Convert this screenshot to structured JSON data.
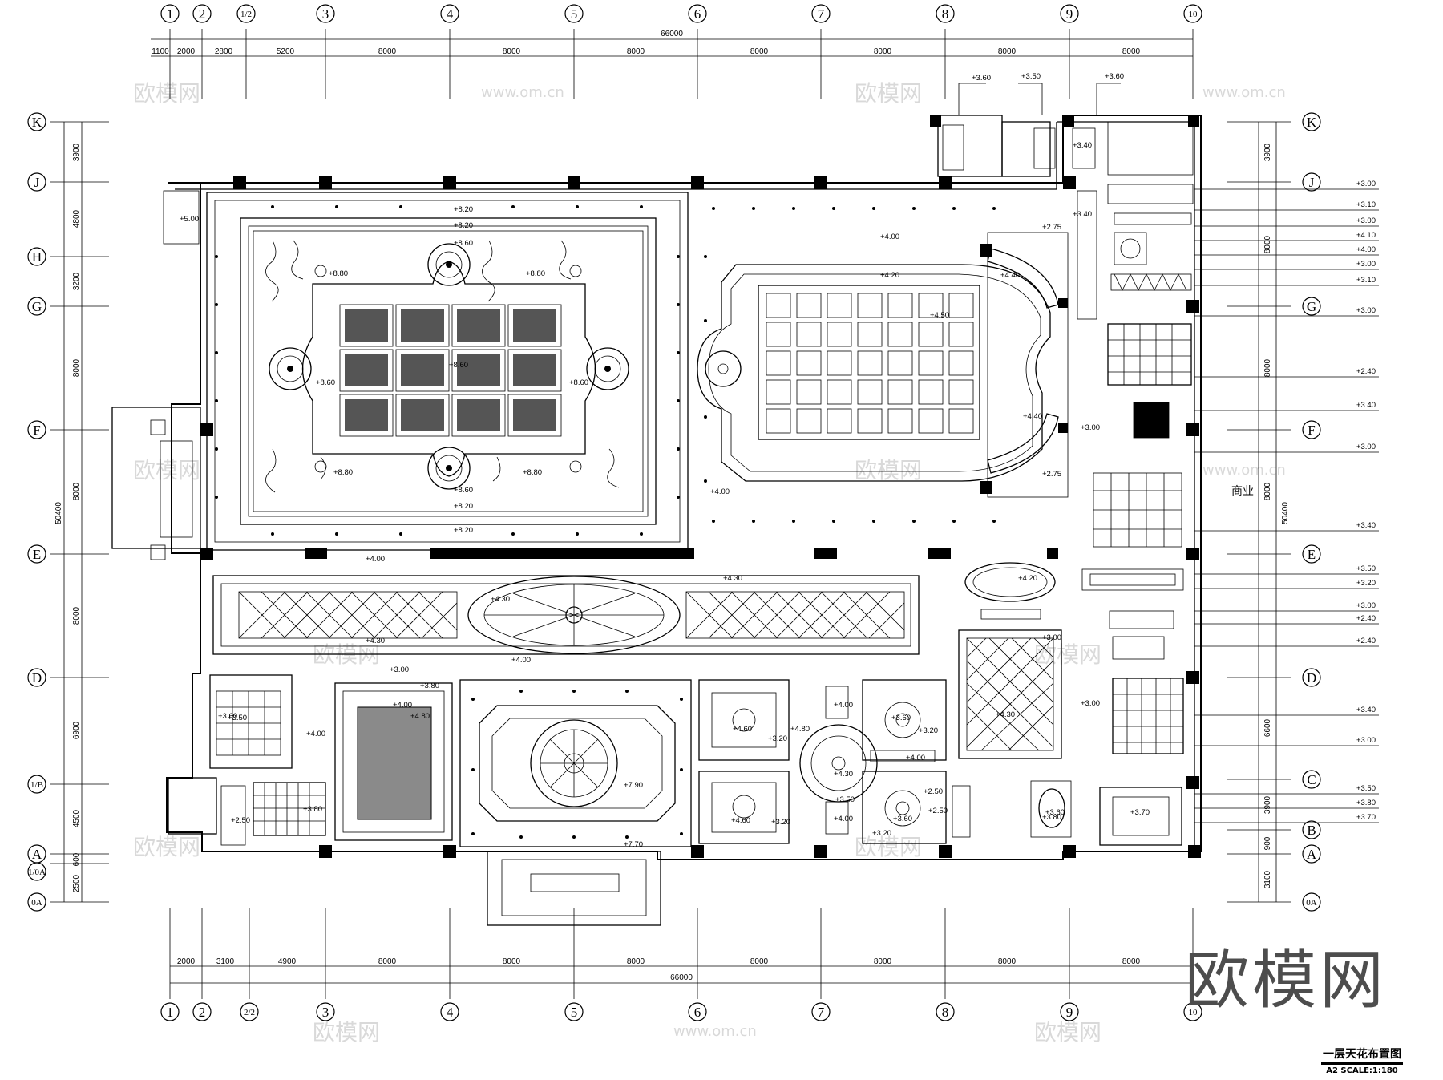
{
  "drawing": {
    "title": "一层天花布置图",
    "scale": "A2 SCALE:1:180",
    "brand": "欧模网",
    "room_label": "商业",
    "watermark_text": "欧模网",
    "watermark_url": "www.om.cn"
  },
  "grid": {
    "top_axes": [
      "1",
      "2",
      "1/2",
      "3",
      "4",
      "5",
      "6",
      "7",
      "8",
      "9",
      "10"
    ],
    "bottom_axes": [
      "1",
      "2",
      "2/2",
      "3",
      "4",
      "5",
      "6",
      "7",
      "8",
      "9",
      "10"
    ],
    "left_axes": [
      "K",
      "J",
      "H",
      "G",
      "F",
      "E",
      "D",
      "1/B",
      "A",
      "1/0A",
      "0A"
    ],
    "right_axes": [
      "K",
      "J",
      "G",
      "F",
      "E",
      "D",
      "C",
      "B",
      "A",
      "0A"
    ]
  },
  "dimensions": {
    "top_total": "66000",
    "top_spans": [
      "1100",
      "2000",
      "2800",
      "5200",
      "8000",
      "8000",
      "8000",
      "8000",
      "8000",
      "8000",
      "8000"
    ],
    "bottom_total": "66000",
    "bottom_spans": [
      "2000",
      "3100",
      "4900",
      "8000",
      "8000",
      "8000",
      "8000",
      "8000",
      "8000",
      "8000"
    ],
    "left_total": "50400",
    "left_spans": [
      "3900",
      "4800",
      "3200",
      "8000",
      "8000",
      "8000",
      "6900",
      "4500",
      "600",
      "2500"
    ],
    "right_total": "50400",
    "right_spans": [
      "3900",
      "8000",
      "8000",
      "8000",
      "6600",
      "3900",
      "900",
      "3100"
    ]
  },
  "elevations": {
    "right_leaders": [
      "+3.00",
      "+3.10",
      "+3.00",
      "+4.10",
      "+4.00",
      "+3.00",
      "+3.10",
      "+3.00",
      "+2.40",
      "+3.40",
      "+3.00",
      "+3.40",
      "+3.50",
      "+3.20",
      "+3.00",
      "+2.40",
      "+2.40",
      "+3.40",
      "+3.00",
      "+3.50",
      "+3.80",
      "+3.70"
    ],
    "top_marks": [
      "+3.60",
      "+3.50",
      "+3.60",
      "+3.40"
    ],
    "hall": [
      "+8.20",
      "+8.20",
      "+8.60",
      "+8.80",
      "+8.80",
      "+8.60",
      "+8.60",
      "+8.60",
      "+8.80",
      "+8.80",
      "+8.60",
      "+8.20",
      "+8.20"
    ],
    "interior": [
      "+5.00",
      "+4.00",
      "+4.20",
      "+2.75",
      "+4.40",
      "+4.40",
      "+2.75",
      "+3.00",
      "+4.00",
      "+4.00",
      "+4.30",
      "+4.30",
      "+4.00",
      "+4.30",
      "+4.20",
      "+3.00",
      "+3.80",
      "+4.00",
      "+4.80",
      "+3.60",
      "+3.50",
      "+4.00",
      "+7.90",
      "+7.70",
      "+2.50",
      "+3.80",
      "+3.20",
      "+4.60",
      "+4.00",
      "+3.60",
      "+3.20",
      "+4.00",
      "+4.30",
      "+4.60",
      "+3.20",
      "+4.00",
      "+2.50",
      "+3.60",
      "+3.20",
      "+3.00",
      "+4.30",
      "+3.00",
      "+3.80",
      "+3.70",
      "+3.40",
      "+4.50",
      "+4.80",
      "+3.50",
      "+3.60",
      "+2.50"
    ]
  }
}
